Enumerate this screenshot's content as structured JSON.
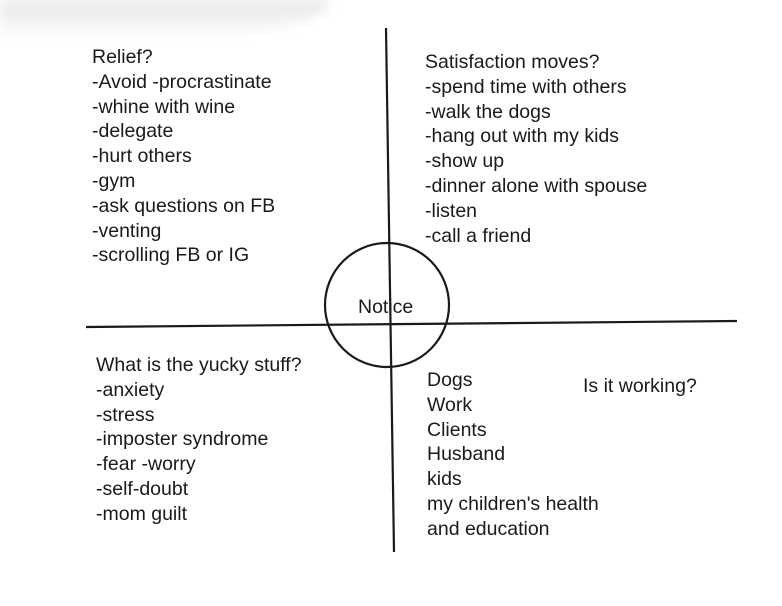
{
  "top_left": {
    "heading": "Relief?",
    "items": [
      "-Avoid  -procrastinate",
      "-whine with wine",
      "-delegate",
      "-hurt others",
      "-gym",
      "-ask questions on FB",
      "-venting",
      "-scrolling FB or IG"
    ]
  },
  "top_right": {
    "heading": "Satisfaction moves?",
    "items": [
      "-spend time with others",
      "-walk the dogs",
      "-hang out with my kids",
      "-show up",
      "-dinner alone with spouse",
      "-listen",
      "-call a friend"
    ]
  },
  "bottom_left": {
    "heading": "What is the yucky stuff?",
    "items": [
      "-anxiety",
      "-stress",
      "-imposter syndrome",
      "-fear -worry",
      "-self-doubt",
      "-mom guilt"
    ]
  },
  "bottom_right": {
    "question": "Is it working?",
    "items": [
      "Dogs",
      "Work",
      "Clients",
      "Husband",
      "kids",
      "my children's health",
      "and education"
    ]
  },
  "center": {
    "label": "Notice"
  },
  "colors": {
    "ink": "#1a1a1a",
    "background": "#ffffff"
  }
}
